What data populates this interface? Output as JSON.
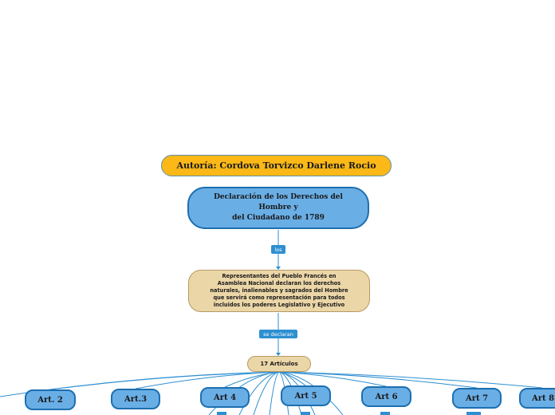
{
  "author": {
    "text": "Autoría: Cordova Torvizco Darlene Rocio"
  },
  "main": {
    "lines": [
      "Declaración de los Derechos del",
      "Hombre y",
      "del Ciudadano de 1789"
    ]
  },
  "connector_1": {
    "label": "los"
  },
  "representatives": {
    "lines": [
      "Representantes del Pueblo Francés en",
      "Asamblea Nacional declaran los derechos",
      "naturales, inalienables y sagrados del Hombre",
      "que servirá como representación para todos",
      "incluidos los poderes Legislativo y Ejecutivo"
    ]
  },
  "connector_2": {
    "label": "se declaran"
  },
  "articles_hub": {
    "text": "17 Artículos"
  },
  "articles": [
    "Art. 2",
    "Art.3",
    "Art 4",
    "Art 5",
    "Art 6",
    "Art 7",
    "Art 8"
  ],
  "colors": {
    "accent": "#2e8fd1",
    "author_bg": "#fbb817",
    "node_blue": "#6aaee6",
    "node_beige": "#ebd6a8"
  }
}
